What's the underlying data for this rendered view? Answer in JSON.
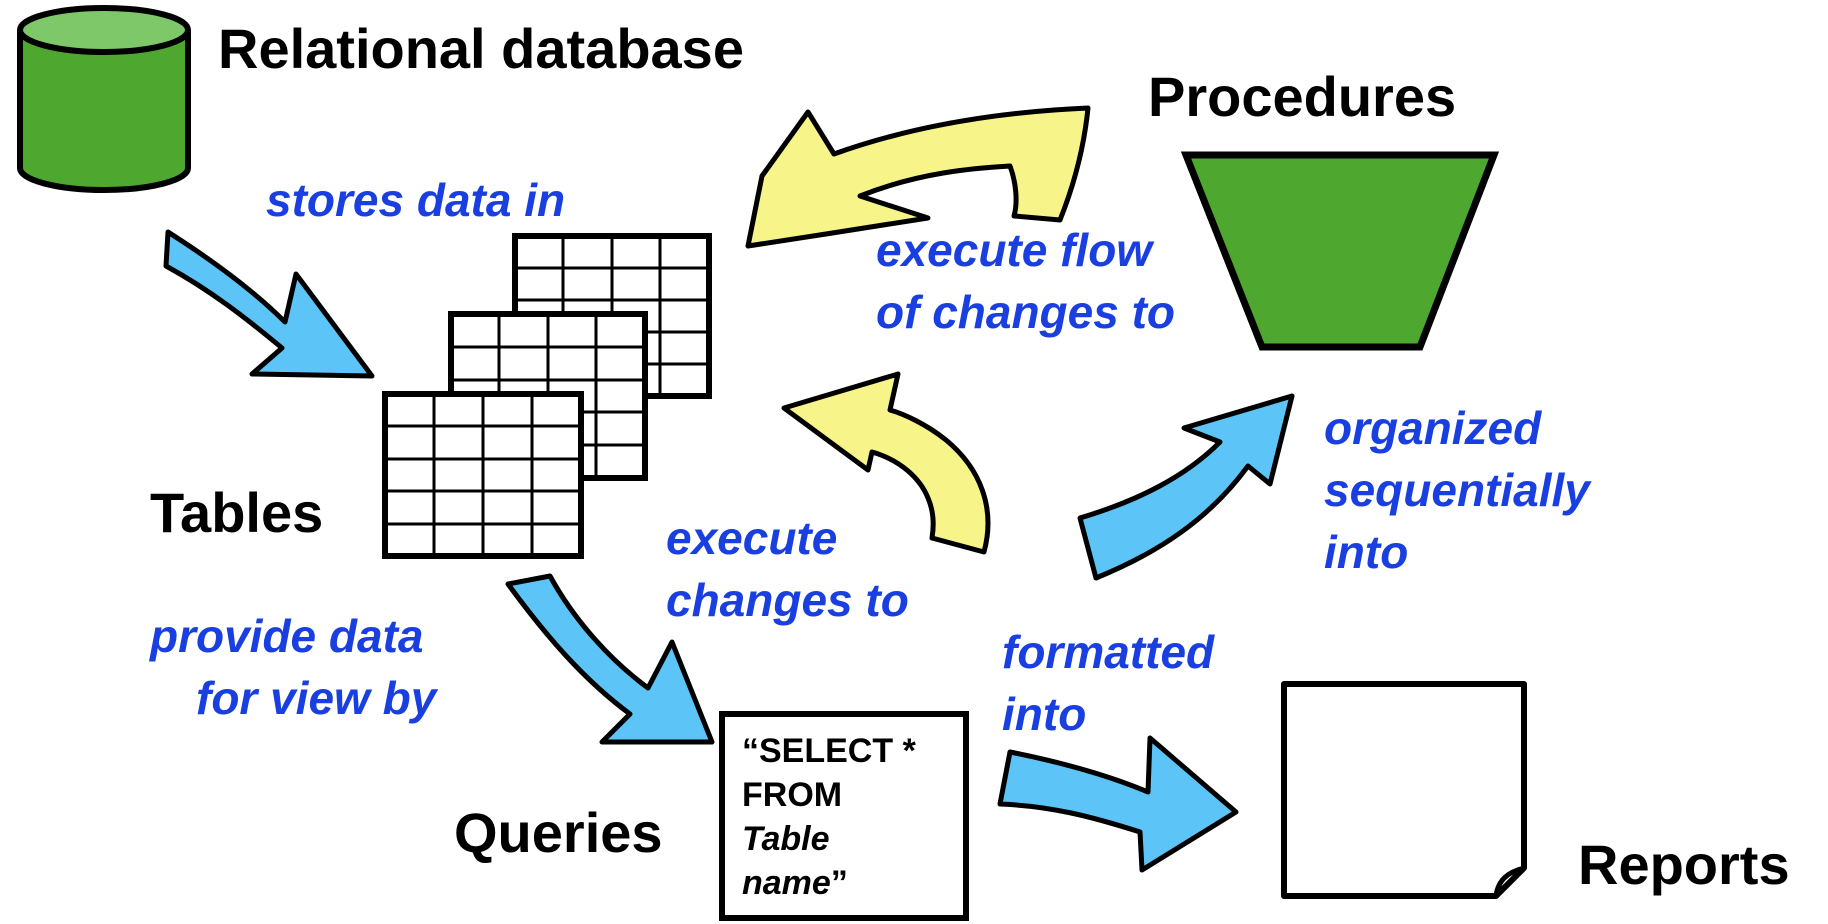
{
  "nodes": {
    "database": {
      "label": "Relational database"
    },
    "procedures": {
      "label": "Procedures"
    },
    "tables": {
      "label": "Tables"
    },
    "queries": {
      "label": "Queries",
      "sql_line1": "“SELECT *",
      "sql_line2": "FROM",
      "sql_line3": "Table",
      "sql_line4_italic": "name",
      "sql_line4_quote": "”"
    },
    "reports": {
      "label": "Reports"
    }
  },
  "relations": {
    "stores": {
      "line1": "stores data in"
    },
    "execute_flow": {
      "line1": "execute flow",
      "line2": "of changes to"
    },
    "execute_changes": {
      "line1": "execute",
      "line2": "changes to"
    },
    "organized": {
      "line1": "organized",
      "line2": "sequentially",
      "line3": "into"
    },
    "provide": {
      "line1": "provide data",
      "line2": "for view by"
    },
    "formatted": {
      "line1": "formatted",
      "line2": "into"
    }
  },
  "colors": {
    "green": "#4ea72e",
    "green_top": "#7ec86a",
    "blue_arrow": "#5cc4f7",
    "yellow_arrow": "#f7f48a",
    "label_blue": "#1a3fe0"
  }
}
